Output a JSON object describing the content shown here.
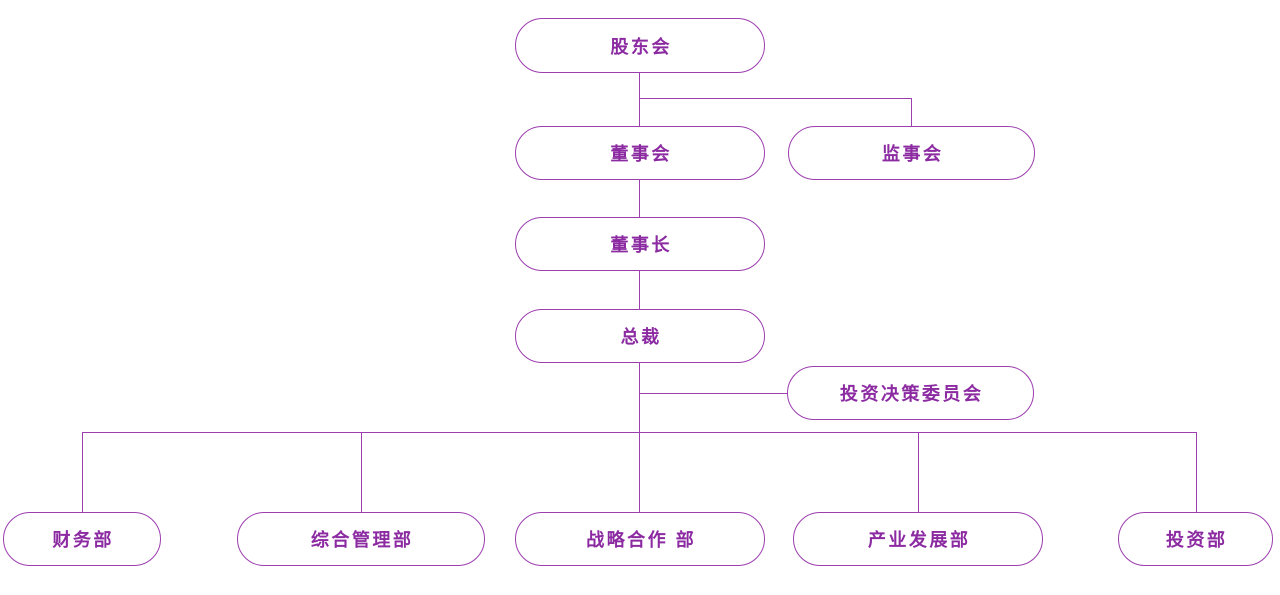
{
  "diagram": {
    "type": "org-chart",
    "background_color": "#ffffff",
    "line_color": "#9c3eae",
    "text_color": "#8b2aa1",
    "nodes": [
      {
        "id": "shareholders-meeting",
        "label": "股东会",
        "level": 1
      },
      {
        "id": "board-of-directors",
        "label": "董事会",
        "level": 2
      },
      {
        "id": "supervisory-board",
        "label": "监事会",
        "level": 2
      },
      {
        "id": "chairman",
        "label": "董事长",
        "level": 3
      },
      {
        "id": "president",
        "label": "总裁",
        "level": 4
      },
      {
        "id": "investment-decision-committee",
        "label": "投资决策委员会",
        "level": 5
      },
      {
        "id": "finance-dept",
        "label": "财务部",
        "level": 6
      },
      {
        "id": "general-management-dept",
        "label": "综合管理部",
        "level": 6
      },
      {
        "id": "strategic-cooperation-dept",
        "label": "战略合作 部",
        "level": 6
      },
      {
        "id": "industry-development-dept",
        "label": "产业发展部",
        "level": 6
      },
      {
        "id": "investment-dept",
        "label": "投资部",
        "level": 6
      }
    ],
    "edges": [
      {
        "from": "股东会",
        "to": "董事会"
      },
      {
        "from": "股东会",
        "to": "监事会"
      },
      {
        "from": "董事会",
        "to": "董事长"
      },
      {
        "from": "董事长",
        "to": "总裁"
      },
      {
        "from": "总裁",
        "to": "投资决策委员会"
      },
      {
        "from": "总裁",
        "to": "财务部"
      },
      {
        "from": "总裁",
        "to": "综合管理部"
      },
      {
        "from": "总裁",
        "to": "战略合作 部"
      },
      {
        "from": "总裁",
        "to": "产业发展部"
      },
      {
        "from": "总裁",
        "to": "投资部"
      }
    ]
  }
}
